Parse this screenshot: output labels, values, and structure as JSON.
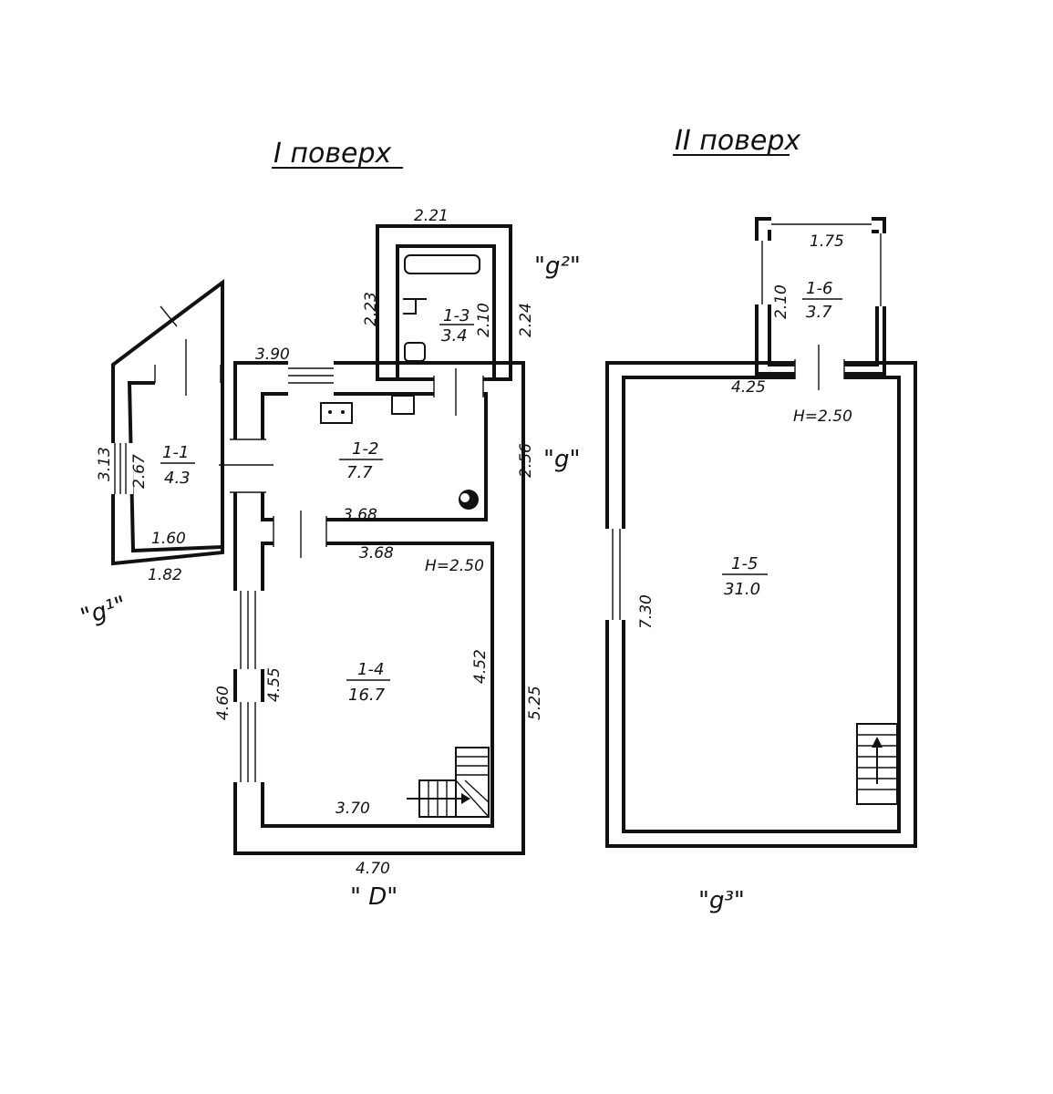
{
  "floors": [
    {
      "title": "I поверх"
    },
    {
      "title": "II поверх"
    }
  ],
  "rooms": [
    {
      "id": "1-1",
      "area": "4.3"
    },
    {
      "id": "1-2",
      "area": "7.7"
    },
    {
      "id": "1-3",
      "area": "3.4"
    },
    {
      "id": "1-4",
      "area": "16.7"
    },
    {
      "id": "1-5",
      "area": "31.0"
    },
    {
      "id": "1-6",
      "area": "3.7"
    }
  ],
  "dimensions": {
    "d_221": "2.21",
    "d_223": "2.23",
    "d_210_bath": "2.10",
    "d_224": "2.24",
    "d_390": "3.90",
    "d_313": "3.13",
    "d_267": "2.67",
    "d_160": "1.60",
    "d_182": "1.82",
    "d_368_top": "3.68",
    "d_256": "2.56",
    "d_368_bottom": "3.68",
    "d_455": "4.55",
    "d_460": "4.60",
    "d_452": "4.52",
    "d_525": "5.25",
    "d_370": "3.70",
    "d_470": "4.70",
    "d_175": "1.75",
    "d_210_upper": "2.10",
    "d_425": "4.25",
    "d_730": "7.30"
  },
  "heights": {
    "floor1": "H=2.50",
    "floor2": "H=2.50"
  },
  "extensions": {
    "g": "\"g\"",
    "g1": "\"g¹\"",
    "g2": "\"g²\"",
    "g3": "\"g³\"",
    "D": "\" D\""
  }
}
